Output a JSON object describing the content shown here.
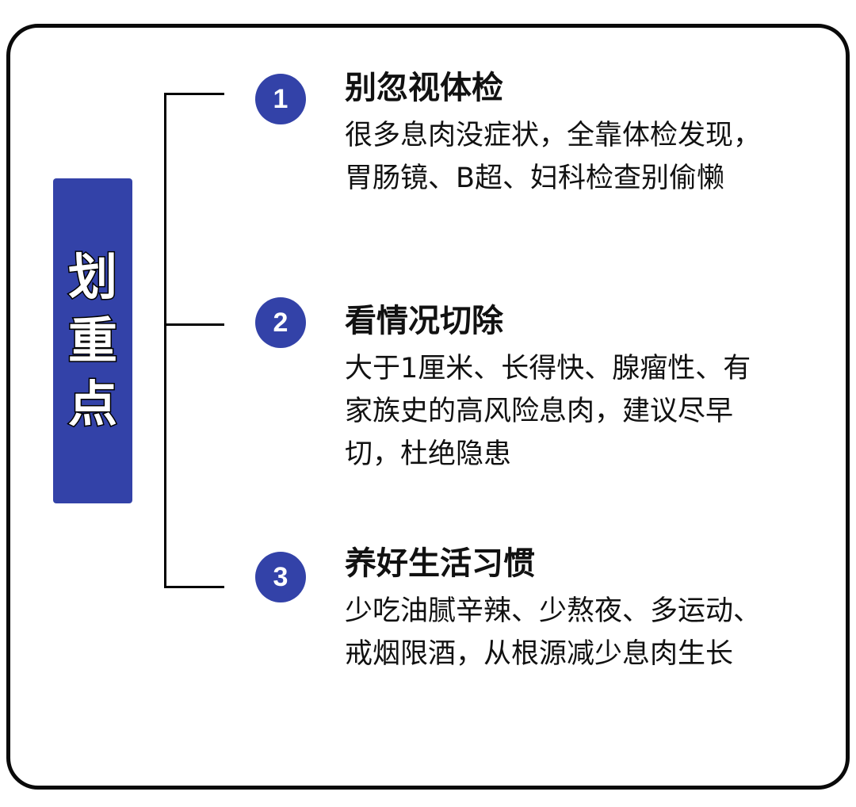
{
  "tag": {
    "chars": [
      "划",
      "重",
      "点"
    ]
  },
  "items": [
    {
      "number": "1",
      "title": "别忽视体检",
      "body": "很多息肉没症状，全靠体检发现，胃肠镜、B超、妇科检查别偷懒"
    },
    {
      "number": "2",
      "title": "看情况切除",
      "body": "大于1厘米、长得快、腺瘤性、有家族史的高风险息肉，建议尽早切，杜绝隐患"
    },
    {
      "number": "3",
      "title": "养好生活习惯",
      "body": "少吃油腻辛辣、少熬夜、多运动、戒烟限酒，从根源减少息肉生长"
    }
  ],
  "colors": {
    "accent": "#3342a8",
    "border": "#0a0a0a"
  }
}
